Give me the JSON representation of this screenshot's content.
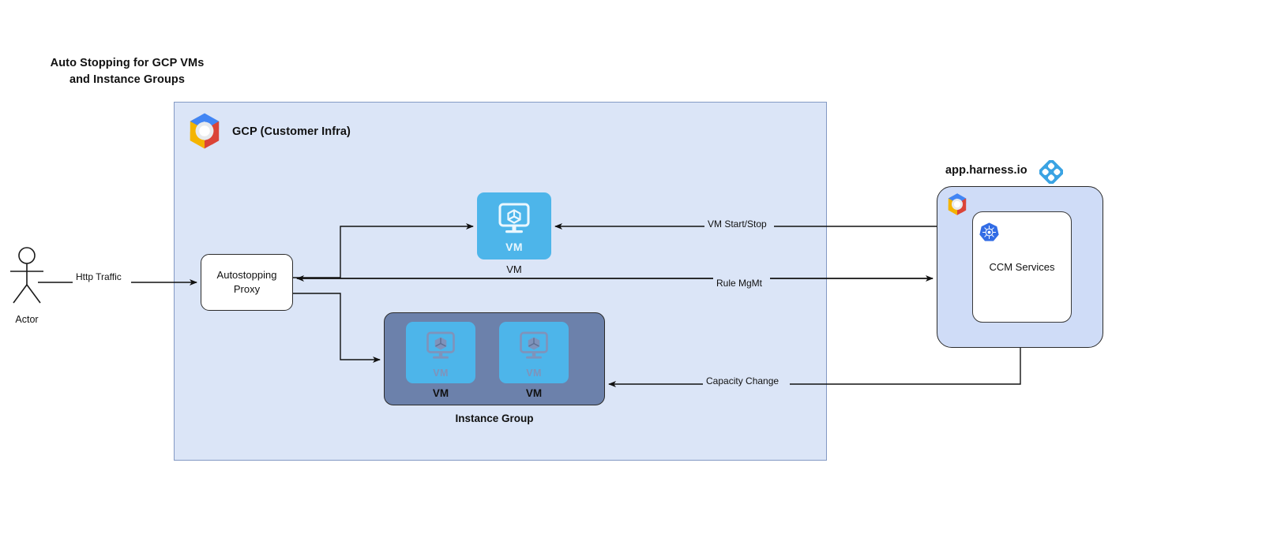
{
  "title": {
    "line1": "Auto Stopping for GCP VMs",
    "line2": "and Instance Groups"
  },
  "gcp_container": {
    "label": "GCP (Customer Infra)",
    "logo_icon": "gcp-hexagon-icon",
    "fill_color": "#dbe5f7",
    "border_color": "#8399c4"
  },
  "actor": {
    "label": "Actor",
    "icon": "actor-stick-figure-icon"
  },
  "proxy": {
    "line1": "Autostopping",
    "line2": "Proxy",
    "fill_color": "#ffffff"
  },
  "vm_standalone": {
    "inner_label": "VM",
    "caption": "VM",
    "icon": "vm-monitor-cube-icon",
    "fill_color": "#4db5ea"
  },
  "instance_group": {
    "caption": "Instance Group",
    "fill_color": "#6c81ab",
    "vms": [
      {
        "inner_label": "VM",
        "caption": "VM",
        "icon": "vm-monitor-cube-icon"
      },
      {
        "inner_label": "VM",
        "caption": "VM",
        "icon": "vm-monitor-cube-icon"
      }
    ]
  },
  "harness": {
    "title": "app.harness.io",
    "logo_icon": "harness-diamond-icon",
    "gcp_logo_icon": "gcp-hexagon-icon",
    "panel_fill": "#cfdcf7",
    "service": {
      "label": "CCM Services",
      "icon": "kubernetes-helm-icon",
      "fill_color": "#ffffff"
    }
  },
  "connectors": [
    {
      "id": "http-traffic",
      "label": "Http Traffic",
      "from": "actor",
      "to": "autostopping-proxy"
    },
    {
      "id": "vm-start-stop",
      "label": "VM Start/Stop",
      "from": "ccm-services",
      "to": "vm-standalone"
    },
    {
      "id": "rule-mgmt",
      "label": "Rule MgMt",
      "from": "autostopping-proxy",
      "to": "ccm-services"
    },
    {
      "id": "capacity-change",
      "label": "Capacity Change",
      "from": "ccm-services",
      "to": "instance-group"
    },
    {
      "id": "proxy-to-vm",
      "label": "",
      "from": "autostopping-proxy",
      "to": "vm-standalone"
    },
    {
      "id": "proxy-to-instance-group",
      "label": "",
      "from": "autostopping-proxy",
      "to": "instance-group"
    }
  ]
}
